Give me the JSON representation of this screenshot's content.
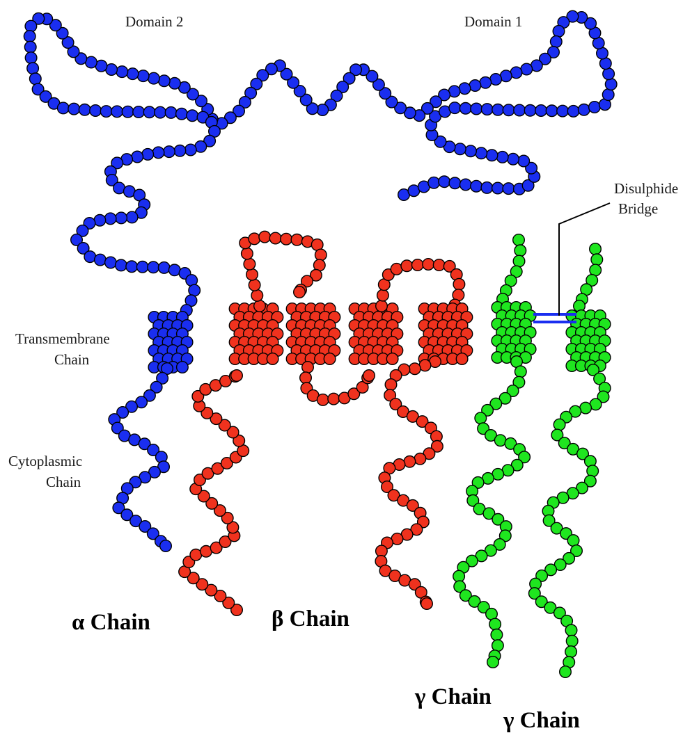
{
  "colors": {
    "alpha_chain": "#1a2ef0",
    "beta_chain": "#f0321e",
    "gamma_chain": "#1fe61f",
    "bridge": "#1a2ef0",
    "outline": "#000000"
  },
  "labels": {
    "domain2": "Domain 2",
    "domain1": "Domain 1",
    "disulphide_line1": "Disulphide",
    "disulphide_line2": "Bridge",
    "transmembrane_line1": "Transmembrane",
    "transmembrane_line2": "Chain",
    "cytoplasmic_line1": "Cytoplasmic",
    "cytoplasmic_line2": "Chain",
    "alpha": "α Chain",
    "beta": "β Chain",
    "gamma_a": "γ Chain",
    "gamma_b": "γ Chain"
  }
}
